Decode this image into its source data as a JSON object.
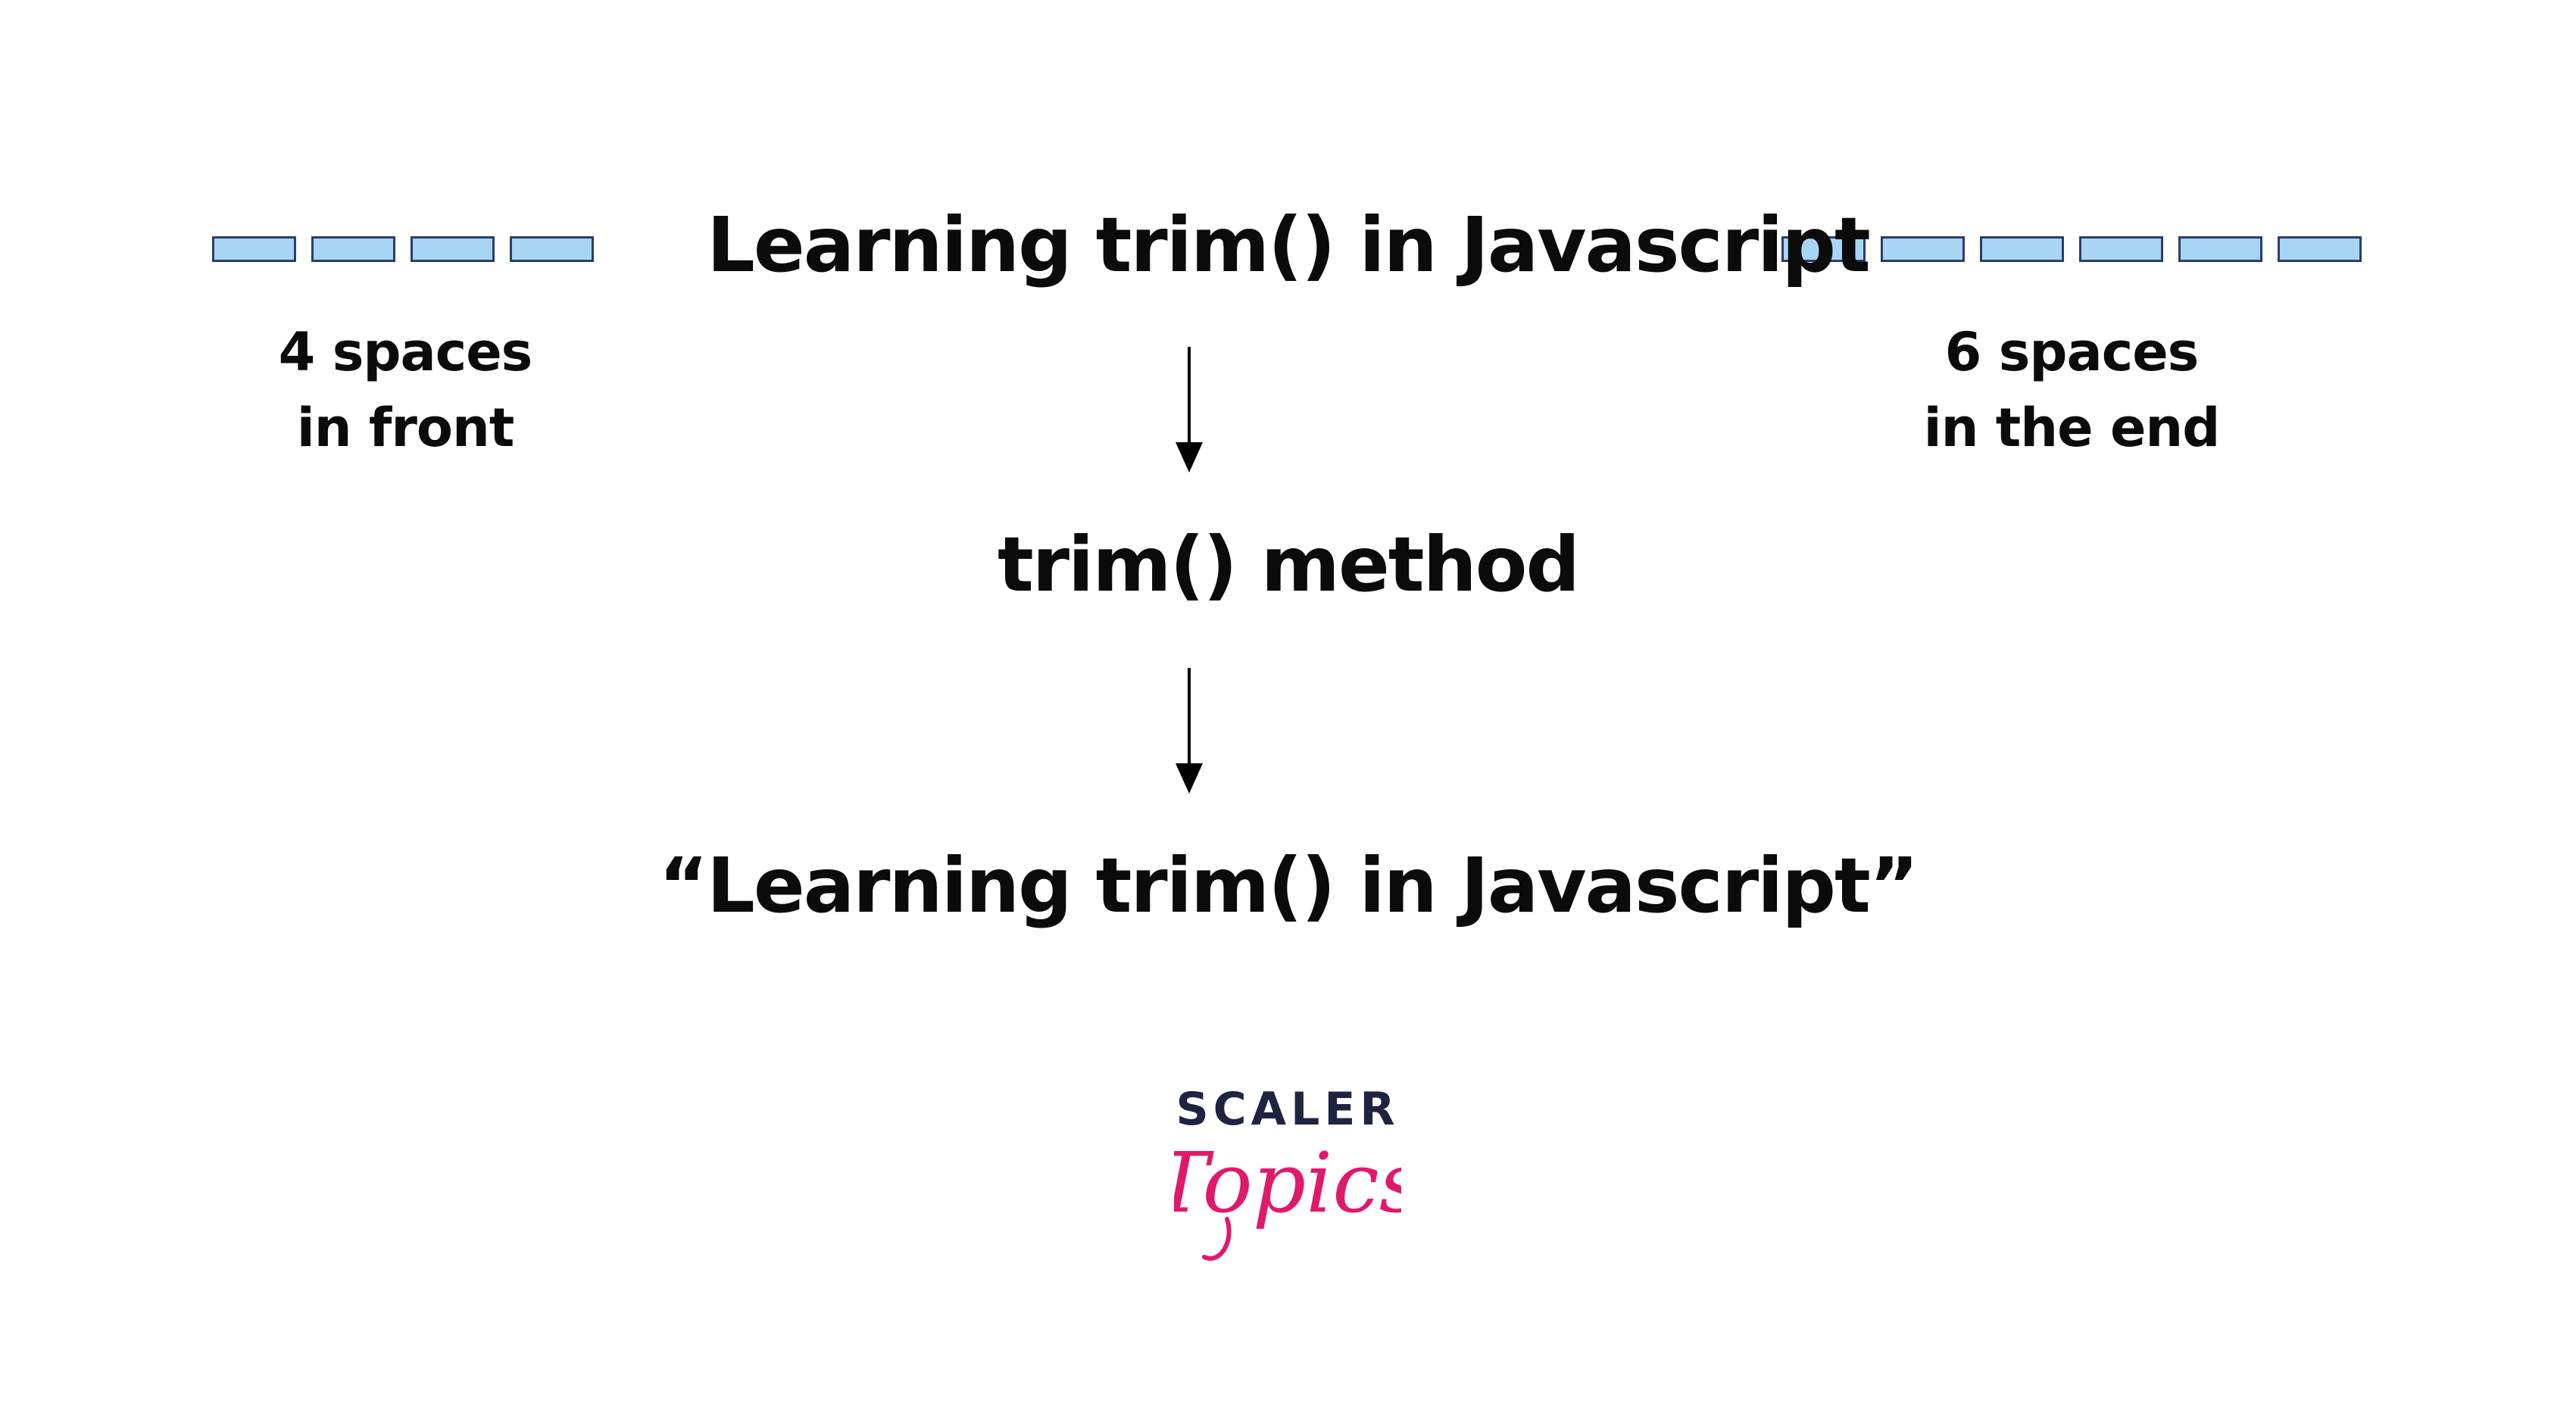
{
  "top_line": "Learning trim() in Javascript",
  "front_label": [
    "4 spaces",
    "in front"
  ],
  "end_label": [
    "6 spaces",
    "in the end"
  ],
  "method_label": "trim() method",
  "result_line": "“Learning trim() in Javascript”",
  "front_space_count": 4,
  "end_space_count": 6,
  "logo": {
    "brand_text": "SCALER",
    "script_text": "Topics",
    "brand_color": "#1e2440",
    "script_color": "#e0196b"
  },
  "colors": {
    "space_fill": "#a9d5f5",
    "space_border": "#2b3e66",
    "text": "#0b0b0b"
  }
}
